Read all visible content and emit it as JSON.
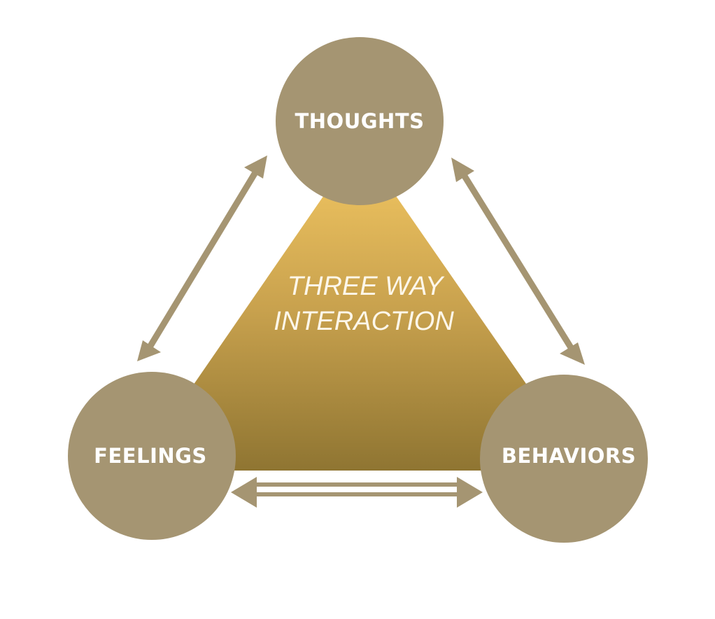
{
  "center": {
    "line1": "THREE WAY",
    "line2": "INTERACTION"
  },
  "nodes": {
    "thoughts": "THOUGHTS",
    "feelings": "FEELINGS",
    "behaviors": "BEHAVIORS"
  },
  "colors": {
    "circle": "#a59572",
    "arrow": "#a59572",
    "triangle_top": "#f3c862",
    "triangle_bottom": "#8f7532",
    "label": "#ffffff",
    "background": "#ffffff"
  }
}
